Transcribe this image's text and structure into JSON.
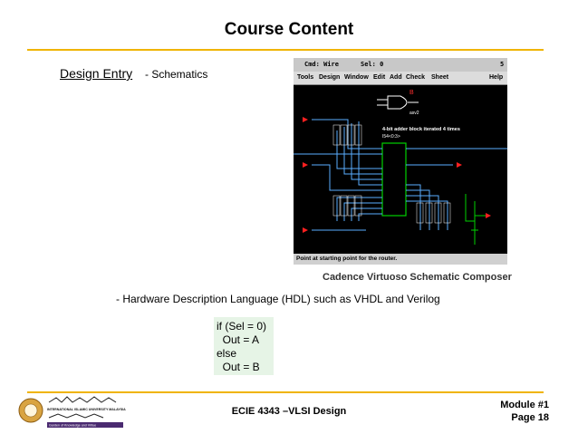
{
  "slide": {
    "title": "Course Content",
    "entry_label": "Design Entry",
    "entry_sub": "- Schematics",
    "hdl_text": "- Hardware Description Language (HDL) such as VHDL and Verilog",
    "code_lines": [
      "if (Sel = 0)",
      "  Out = A",
      "else",
      "  Out = B"
    ],
    "caption": "Cadence Virtuoso Schematic Composer"
  },
  "schematic": {
    "cmd": "Cmd: Wire",
    "sel": "Sel: 0",
    "page_num": "5",
    "menu": [
      "Tools",
      "Design",
      "Window",
      "Edit",
      "Add",
      "Check",
      "Sheet",
      "Help"
    ],
    "gate_label": "B",
    "gate_sub": "asv2",
    "block_title": "4-bit adder block iterated 4 times",
    "block_sub": "I54<0:3>",
    "status": "Point at starting point for the router."
  },
  "footer": {
    "course": "ECIE 4343 –VLSI Design",
    "module": "Module #1",
    "page": "Page 18",
    "logo_text": "INTERNATIONAL ISLAMIC UNIVERSITY MALAYSIA",
    "logo_tag": "Garden of Knowledge and Virtue"
  },
  "colors": {
    "accent_rule": "#f0b400",
    "code_bg": "#e6f4e6",
    "wire": "#5aaeff",
    "component": "#00d000",
    "marker": "#ff2020"
  }
}
